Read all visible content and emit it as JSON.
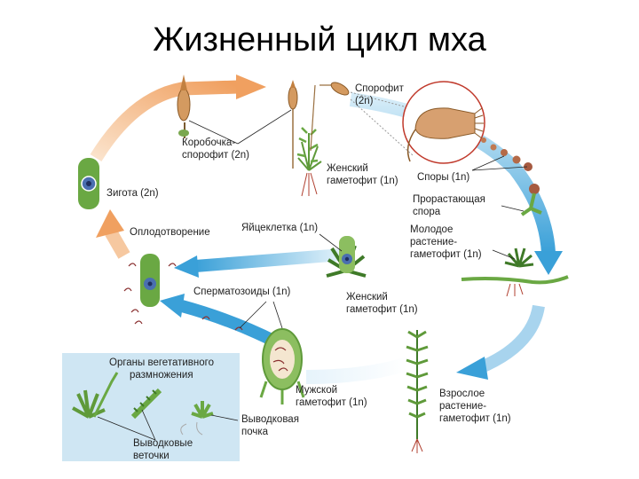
{
  "title": "Жизненный цикл мха",
  "labels": {
    "sporophyte_l1": "Спорофит",
    "sporophyte_l2": "(2n)",
    "capsule_l1": "Коробочка-",
    "capsule_l2": "спорофит (2n)",
    "female_top_l1": "Женский",
    "female_top_l2": "гаметофит (1n)",
    "spores": "Споры (1n)",
    "germ_spore_l1": "Прорастающая",
    "germ_spore_l2": "спора",
    "young_l1": "Молодое",
    "young_l2": "растение-",
    "young_l3": "гаметофит (1n)",
    "zygote": "Зигота (2n)",
    "fertilization": "Оплодотворение",
    "egg": "Яйцеклетка (1n)",
    "sperm": "Сперматозоиды (1n)",
    "female_mid_l1": "Женский",
    "female_mid_l2": "гаметофит (1n)",
    "male_l1": "Мужской",
    "male_l2": "гаметофит (1n)",
    "adult_l1": "Взрослое",
    "adult_l2": "растение-",
    "adult_l3": "гаметофит (1n)",
    "organs_l1": "Органы вегетативного",
    "organs_l2": "размножения",
    "brood_bud_l1": "Выводковая",
    "brood_bud_l2": "почка",
    "brood_br_l1": "Выводковые",
    "brood_br_l2": "веточки"
  },
  "colors": {
    "orange_arrow": "#f0a060",
    "blue_arrow": "#3aa0d8",
    "light_blue_arrow": "#a8d4ee",
    "inset_bg": "#cfe6f3",
    "moss_green": "#5f9a3a",
    "dark_green": "#3f7a28",
    "capsule_brown": "#c48a55",
    "circle_red": "#c0392b"
  }
}
